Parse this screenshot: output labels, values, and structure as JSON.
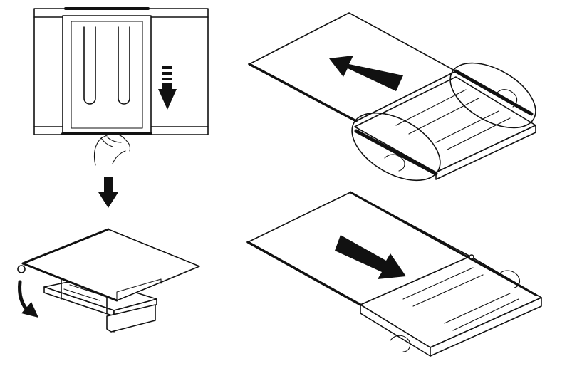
{
  "figure": {
    "kind": "assembly-instructions",
    "steps": [
      {
        "name": "slide-shelf-cover-out",
        "arrow": "down"
      },
      {
        "name": "remove-glass-and-flip",
        "arrow": "down"
      },
      {
        "name": "slide-glass-out-of-frame",
        "arrow": "up-left"
      },
      {
        "name": "slide-glass-into-frame",
        "arrow": "down-right"
      }
    ],
    "colors": {
      "ink": "#111111",
      "background": "#ffffff"
    }
  }
}
